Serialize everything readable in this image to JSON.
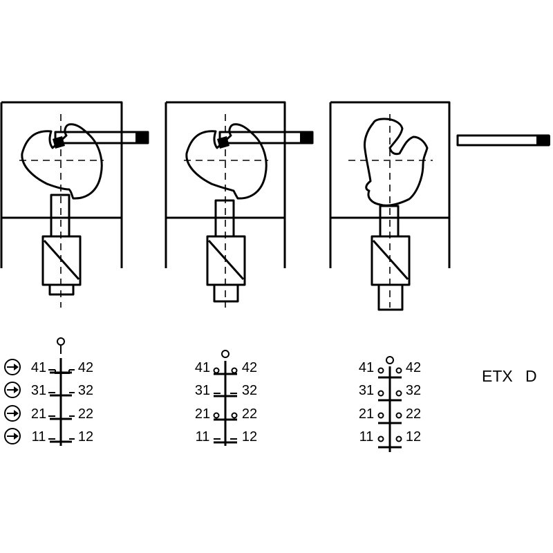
{
  "contact_block_1": {
    "terminals": [
      {
        "left": "41",
        "right": "42"
      },
      {
        "left": "31",
        "right": "32"
      },
      {
        "left": "21",
        "right": "22"
      },
      {
        "left": "11",
        "right": "12"
      }
    ]
  },
  "contact_block_2": {
    "terminals": [
      {
        "left": "41",
        "right": "42"
      },
      {
        "left": "31",
        "right": "32"
      },
      {
        "left": "21",
        "right": "22"
      },
      {
        "left": "11",
        "right": "12"
      }
    ]
  },
  "contact_block_3": {
    "terminals": [
      {
        "left": "41",
        "right": "42"
      },
      {
        "left": "31",
        "right": "32"
      },
      {
        "left": "21",
        "right": "22"
      },
      {
        "left": "11",
        "right": "12"
      }
    ]
  },
  "product_code": {
    "series": "ETX",
    "variant": "D"
  },
  "icons": {
    "positive_opening": "arrow-in-circle-icon"
  }
}
